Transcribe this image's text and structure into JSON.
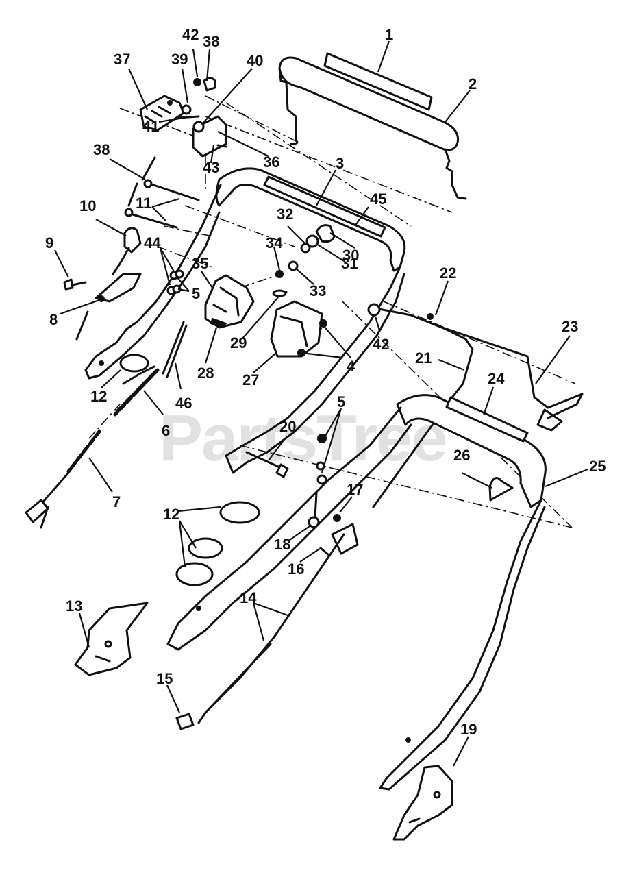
{
  "watermark": "PartsTree",
  "callouts": [
    {
      "label": "1"
    },
    {
      "label": "2"
    },
    {
      "label": "3"
    },
    {
      "label": "4"
    },
    {
      "label": "5"
    },
    {
      "label": "5"
    },
    {
      "label": "5"
    },
    {
      "label": "6"
    },
    {
      "label": "7"
    },
    {
      "label": "8"
    },
    {
      "label": "9"
    },
    {
      "label": "10"
    },
    {
      "label": "11"
    },
    {
      "label": "12"
    },
    {
      "label": "12"
    },
    {
      "label": "13"
    },
    {
      "label": "14"
    },
    {
      "label": "15"
    },
    {
      "label": "16"
    },
    {
      "label": "17"
    },
    {
      "label": "18"
    },
    {
      "label": "19"
    },
    {
      "label": "20"
    },
    {
      "label": "21"
    },
    {
      "label": "22"
    },
    {
      "label": "23"
    },
    {
      "label": "24"
    },
    {
      "label": "25"
    },
    {
      "label": "26"
    },
    {
      "label": "27"
    },
    {
      "label": "28"
    },
    {
      "label": "29"
    },
    {
      "label": "30"
    },
    {
      "label": "31"
    },
    {
      "label": "32"
    },
    {
      "label": "33"
    },
    {
      "label": "34"
    },
    {
      "label": "35"
    },
    {
      "label": "36"
    },
    {
      "label": "37"
    },
    {
      "label": "38"
    },
    {
      "label": "38"
    },
    {
      "label": "39"
    },
    {
      "label": "40"
    },
    {
      "label": "41"
    },
    {
      "label": "42"
    },
    {
      "label": "42"
    },
    {
      "label": "43"
    },
    {
      "label": "44"
    },
    {
      "label": "45"
    },
    {
      "label": "46"
    }
  ]
}
